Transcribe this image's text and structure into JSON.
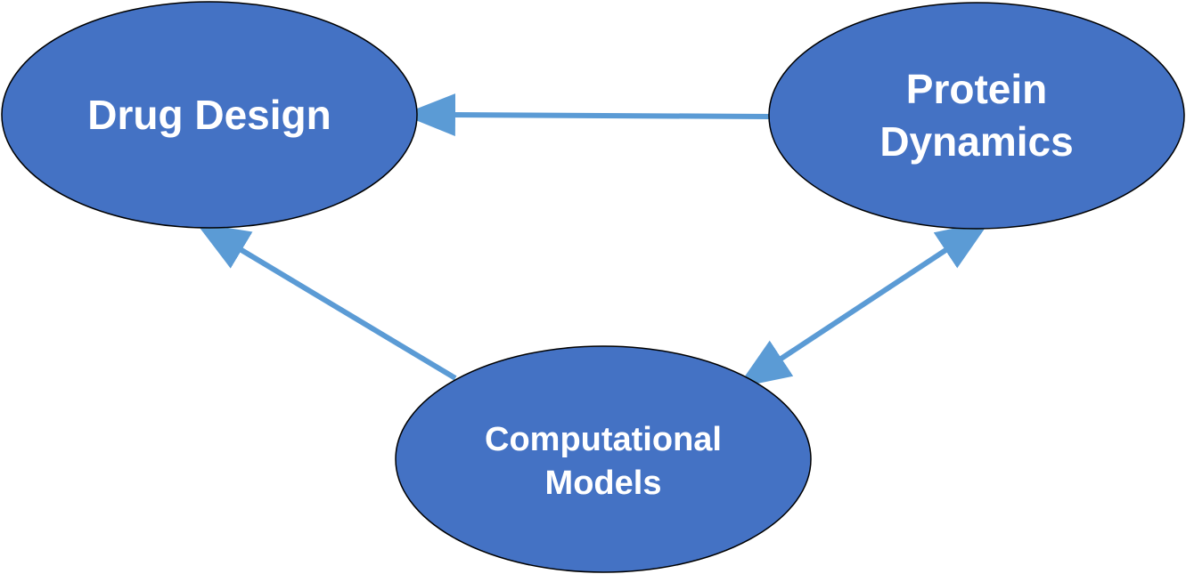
{
  "colors": {
    "node_fill": "#4472C4",
    "node_stroke": "#000000",
    "arrow": "#5B9BD5",
    "label": "#FFFFFF"
  },
  "nodes": {
    "drug_design": {
      "lines": [
        "Drug Design"
      ]
    },
    "protein_dynamics": {
      "lines": [
        "Protein",
        "Dynamics"
      ]
    },
    "computational_models": {
      "lines": [
        "Computational",
        "Models"
      ]
    }
  },
  "edges": [
    {
      "from": "protein_dynamics",
      "to": "drug_design",
      "direction": "forward"
    },
    {
      "from": "computational_models",
      "to": "drug_design",
      "direction": "forward"
    },
    {
      "from": "computational_models",
      "to": "protein_dynamics",
      "direction": "both"
    }
  ]
}
